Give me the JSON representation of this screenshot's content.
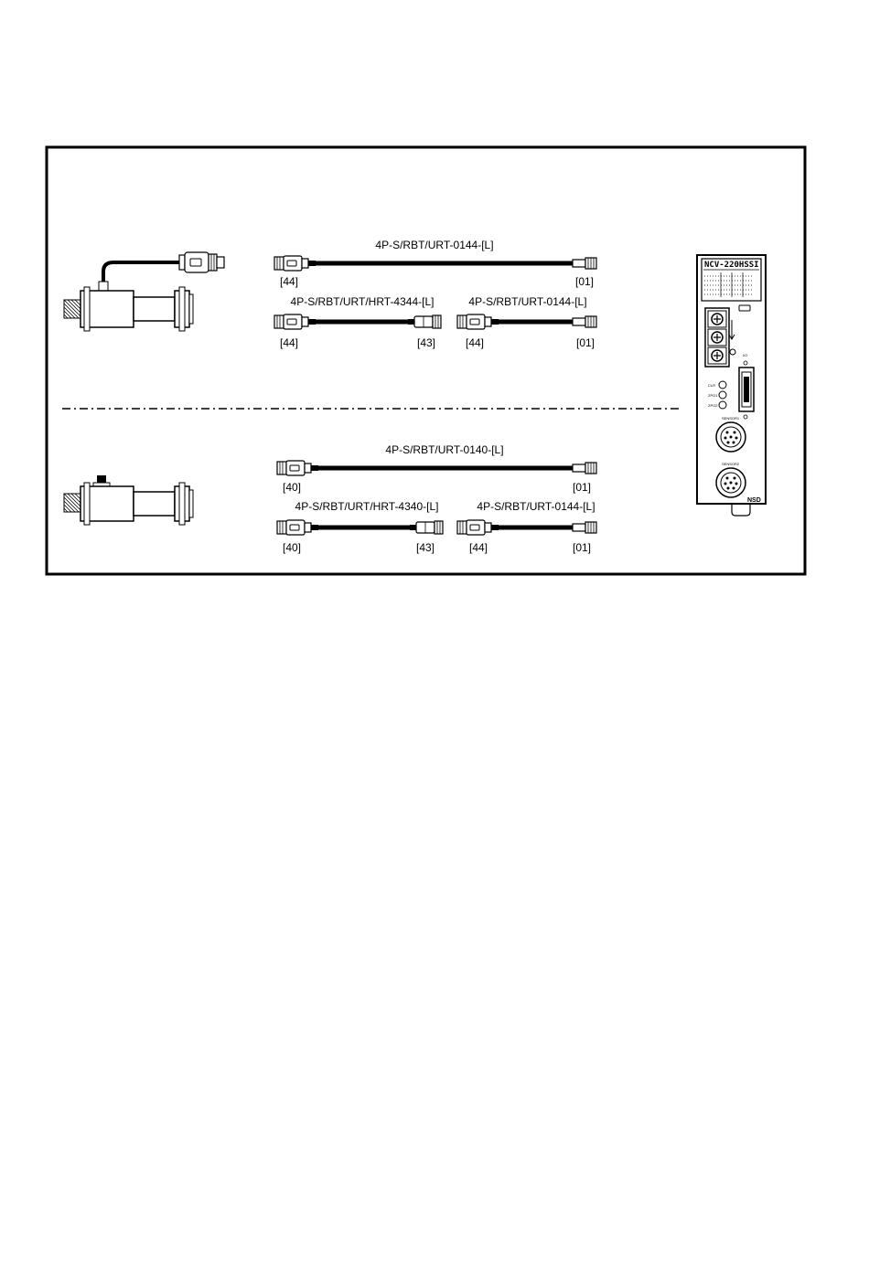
{
  "top_group": {
    "cable_a": {
      "label": "4P-S/RBT/URT-0144-[L]",
      "left_end": "[44]",
      "right_end": "[01]"
    },
    "cable_b": {
      "label": "4P-S/RBT/URT/HRT-4344-[L]",
      "left_end": "[44]",
      "right_end": "[43]"
    },
    "cable_c": {
      "label": "4P-S/RBT/URT-0144-[L]",
      "left_end": "[44]",
      "right_end": "[01]"
    }
  },
  "bottom_group": {
    "cable_a": {
      "label": "4P-S/RBT/URT-0140-[L]",
      "left_end": "[40]",
      "right_end": "[01]"
    },
    "cable_b": {
      "label": "4P-S/RBT/URT/HRT-4340-[L]",
      "left_end": "[40]",
      "right_end": "[43]"
    },
    "cable_c": {
      "label": "4P-S/RBT/URT-0144-[L]",
      "left_end": "[44]",
      "right_end": "[01]"
    }
  },
  "controller": {
    "model": "NCV-220HSSI",
    "led_1": "CLR",
    "led_2": "ZPO1",
    "led_3": "ZPO2",
    "io_label": "I/O",
    "sensor_1": "SENSOR1",
    "sensor_2": "SENSOR2",
    "brand": "NSD"
  }
}
